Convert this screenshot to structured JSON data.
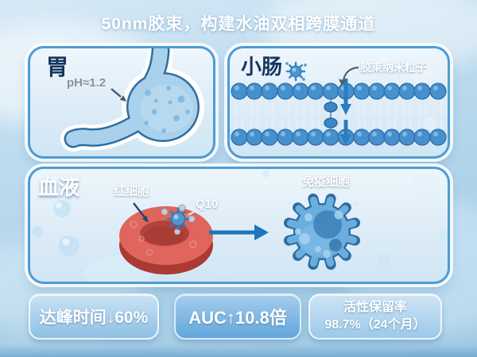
{
  "title": "50nm胶束，构建水油双相跨膜通道",
  "panels": {
    "stomach": {
      "label": "胃",
      "ph_annotation": "pH≈1.2"
    },
    "intestine": {
      "label": "小肠",
      "particle_annotation": "胶束纳米粒子"
    },
    "blood": {
      "label": "血液",
      "rbc_annotation": "红细胞",
      "q10_annotation": "Q10",
      "immune_annotation": "免疫细胞"
    }
  },
  "stats": [
    {
      "text": "达峰时间↓60%"
    },
    {
      "text": "AUC↑10.8倍"
    },
    {
      "line1": "活性保留率",
      "line2": "98.7%（24个月）"
    }
  ],
  "icons": {
    "stomach_illustration": "stomach-icon",
    "lipid_bilayer": "lipid-bilayer-icon",
    "micelle_particle": "micelle-nanoparticle-icon",
    "red_blood_cell": "red-blood-cell-icon",
    "immune_cell": "immune-cell-icon",
    "down_arrow": "down-arrow-icon",
    "right_arrow": "right-arrow-icon"
  },
  "colors": {
    "background_blue": "#b4d6ec",
    "panel_border": "#4d9cd6",
    "panel_fill": "#e3f0f9",
    "dark_label": "#16355e",
    "membrane_blue": "#4690cd",
    "arrow_blue": "#2b7cc1",
    "rbc_red": "#e0655c",
    "immune_blue": "#6aaede",
    "stat_text": "#ffffff"
  }
}
